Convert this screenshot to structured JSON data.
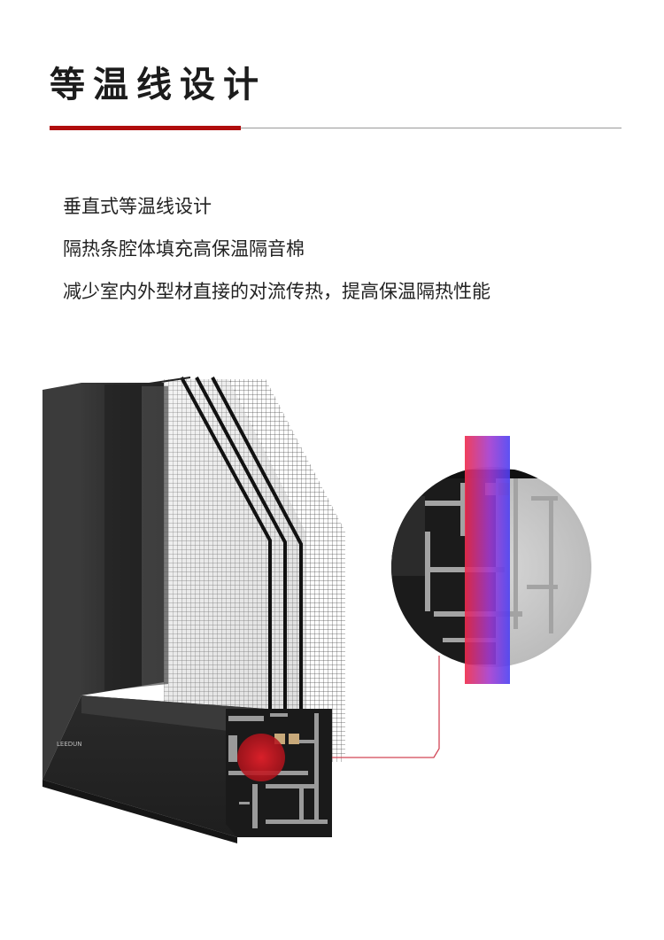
{
  "section": {
    "title": "等温线设计"
  },
  "features": [
    "垂直式等温线设计",
    "隔热条腔体填充高保温隔音棉",
    "减少室内外型材直接的对流传热，提高保温隔热性能"
  ],
  "product": {
    "brand_logo_text": "LEEDUN"
  },
  "colors": {
    "accent_red": "#b00d0d",
    "rule_gray": "#9a9a9a",
    "frame_dark": "#2a2a2a",
    "heat_warm": "#e8294a",
    "heat_cool": "#5a3cf0"
  }
}
